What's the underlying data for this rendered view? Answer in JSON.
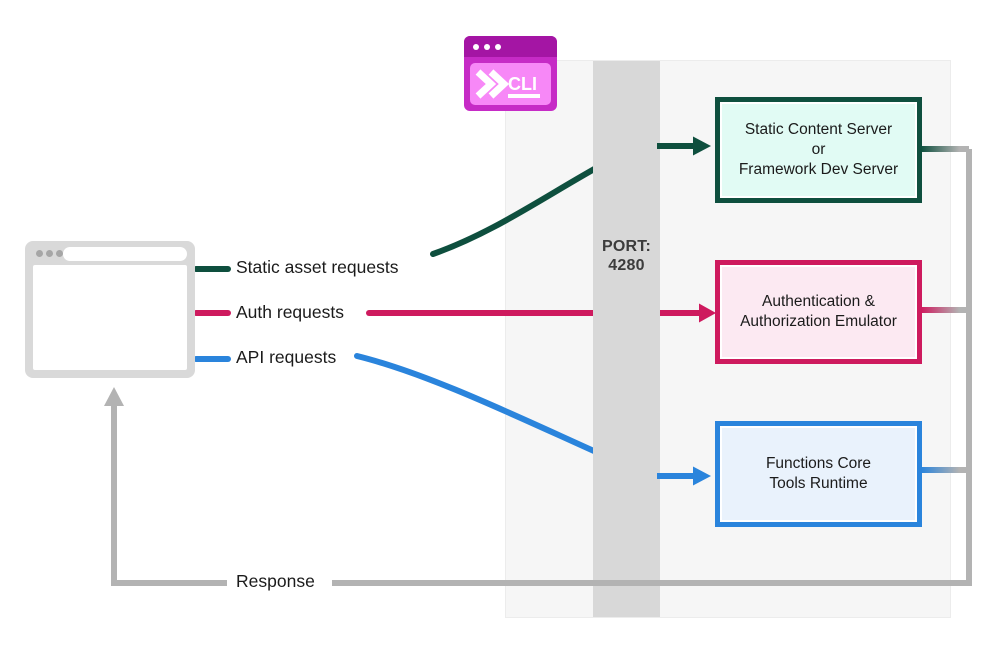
{
  "diagram": {
    "port": {
      "label": "PORT:\n4280"
    },
    "client": {
      "icon": "browser-window-icon"
    },
    "cli": {
      "label": "CLI",
      "icon": "terminal-chevrons-icon"
    },
    "requests": [
      {
        "id": "static",
        "label": "Static asset requests",
        "color": "#0e4f3e"
      },
      {
        "id": "auth",
        "label": "Auth requests",
        "color": "#ce1a5e"
      },
      {
        "id": "api",
        "label": "API requests",
        "color": "#2a84dc"
      }
    ],
    "response": {
      "label": "Response",
      "color": "#b3b3b3"
    },
    "servers": [
      {
        "id": "static-content",
        "label": "Static Content Server\nor\nFramework Dev Server",
        "border_color": "#0e4f3e",
        "fill_color": "#e1fbf4"
      },
      {
        "id": "auth-emulator",
        "label": "Authentication &\nAuthorization Emulator",
        "border_color": "#ce1a5e",
        "fill_color": "#fce9f2"
      },
      {
        "id": "functions-core",
        "label": "Functions Core\nTools Runtime",
        "border_color": "#2a84dc",
        "fill_color": "#e9f2fc"
      }
    ],
    "colors": {
      "panel_bg": "#f6f6f6",
      "port_bar": "#d8d8d8",
      "gray_line": "#b3b3b3",
      "cli_titlebar": "#a415a4",
      "cli_body": "#c62bc6",
      "cli_inner": "#f788f7",
      "browser_frame": "#d9d9d9"
    }
  }
}
